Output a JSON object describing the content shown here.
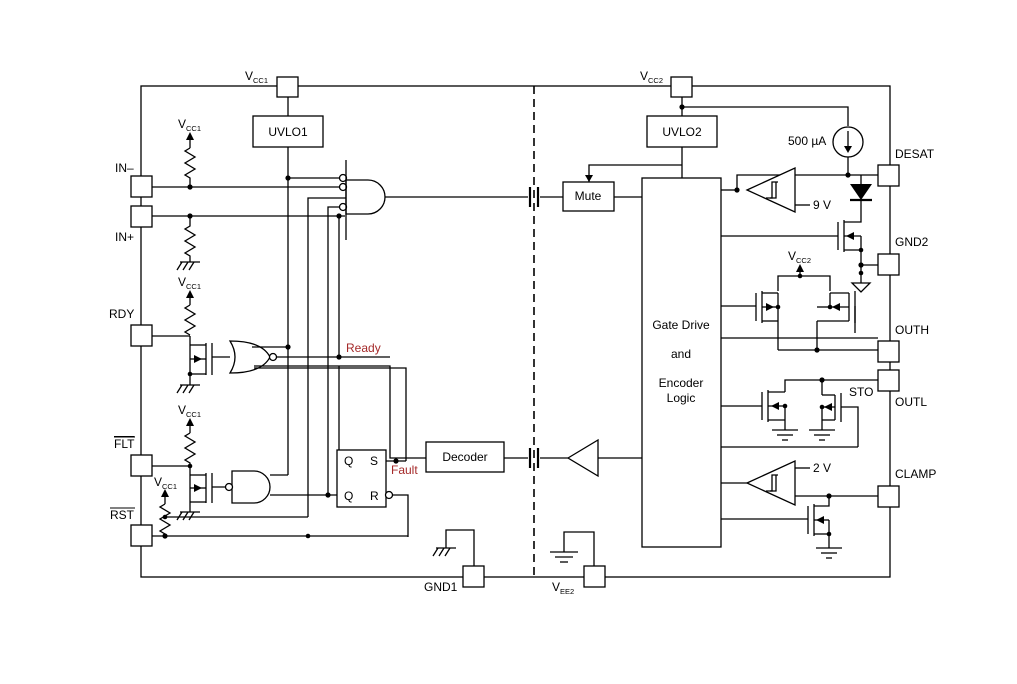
{
  "pins": {
    "vcc1": {
      "main": "V",
      "sub": "CC1"
    },
    "vcc2": {
      "main": "V",
      "sub": "CC2"
    },
    "in_minus": "IN–",
    "in_plus": "IN+",
    "rdy": "RDY",
    "flt": "FLT",
    "rst": "RST",
    "gnd1": "GND1",
    "vee2": {
      "main": "V",
      "sub": "EE2"
    },
    "desat": "DESAT",
    "gnd2": "GND2",
    "outh": "OUTH",
    "outl": "OUTL",
    "clamp": "CLAMP"
  },
  "blocks": {
    "uvlo1": "UVLO1",
    "uvlo2": "UVLO2",
    "mute": "Mute",
    "decoder": "Decoder",
    "gate_logic": [
      "Gate Drive",
      "and",
      "Encoder",
      "Logic"
    ]
  },
  "labels": {
    "ready": "Ready",
    "fault": "Fault",
    "current_source": "500 µA",
    "ref_9v": "9 V",
    "ref_2v": "2 V",
    "sto": "STO",
    "ff_q_top": "Q",
    "ff_s": "S",
    "ff_q_bottom": "Q",
    "ff_r": "R"
  },
  "colors": {
    "signal_label": "#a52a2a",
    "line": "#000000"
  }
}
